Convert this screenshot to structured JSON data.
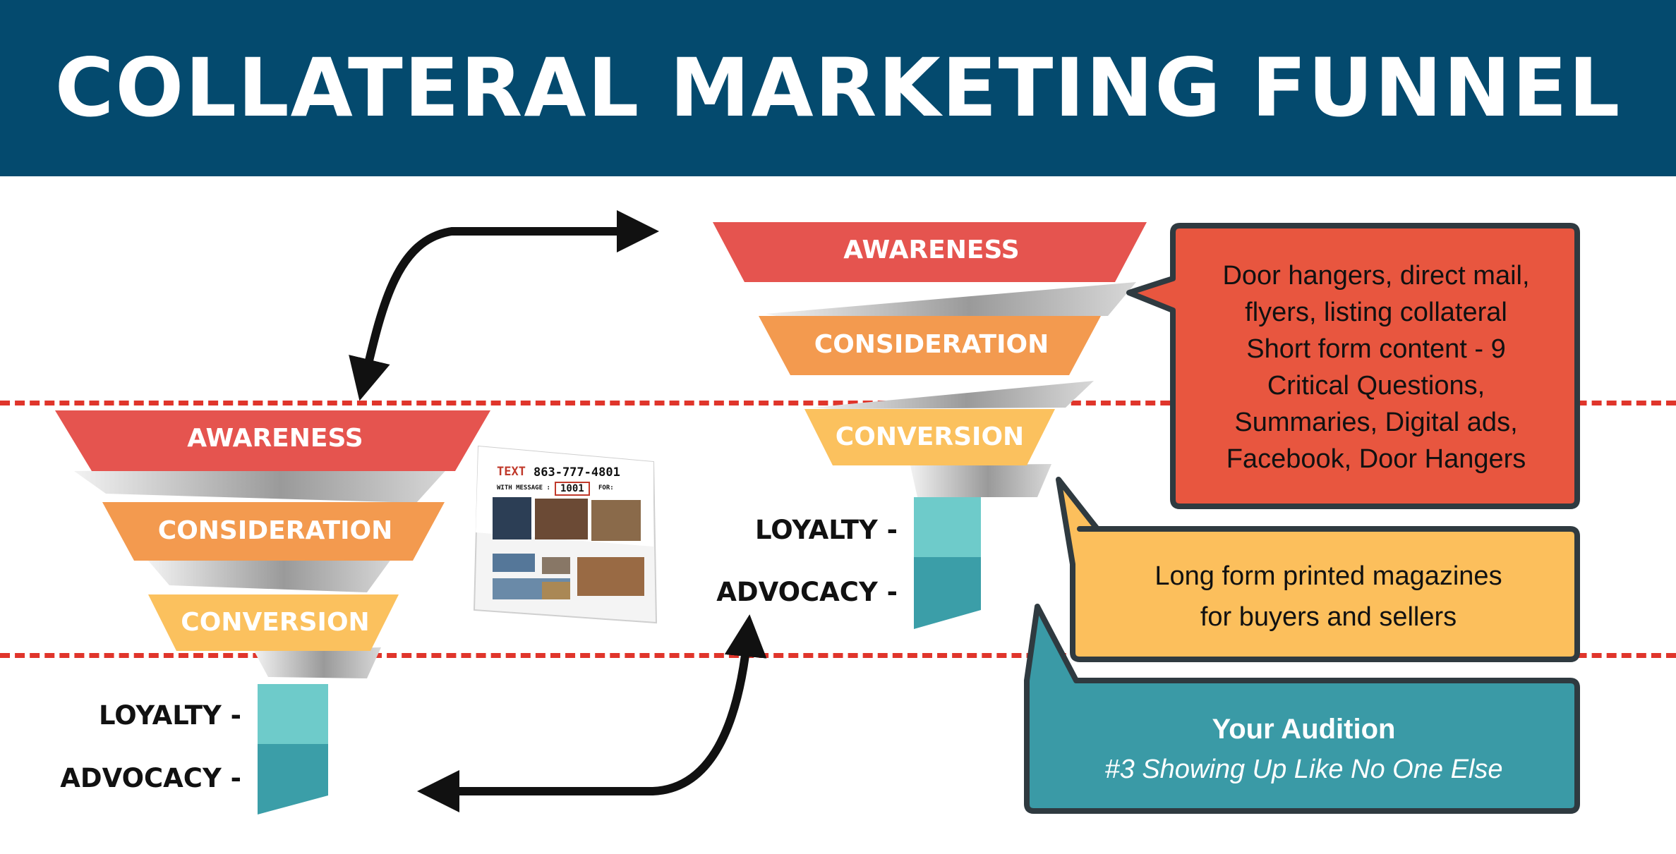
{
  "header": {
    "title": "COLLATERAL MARKETING FUNNEL"
  },
  "left_funnel": {
    "awareness": "AWARENESS",
    "consideration": "CONSIDERATION",
    "conversion": "CONVERSION",
    "loyalty": "LOYALTY -",
    "advocacy": "ADVOCACY -"
  },
  "right_funnel": {
    "awareness": "AWARENESS",
    "consideration": "CONSIDERATION",
    "conversion": "CONVERSION",
    "loyalty": "LOYALTY -",
    "advocacy": "ADVOCACY -"
  },
  "postcard": {
    "text_word": "TEXT",
    "phone": "863-777-4801",
    "with_message": "WITH MESSAGE :",
    "code": "1001",
    "for_label": "FOR:"
  },
  "callouts": {
    "awareness": {
      "lines": [
        "Door hangers, direct mail,",
        "flyers, listing collateral",
        "Short form content - 9",
        "Critical Questions,",
        "Summaries, Digital ads,",
        "Facebook, Door Hangers"
      ],
      "fill": "#e8563f"
    },
    "consideration": {
      "lines": [
        "Long form printed magazines",
        "for buyers and sellers"
      ],
      "fill": "#fcbf5c"
    },
    "conversion": {
      "title": "Your Audition",
      "subtitle": "#3 Showing Up Like No One Else",
      "fill": "#3a9aa6"
    }
  },
  "colors": {
    "header_bg": "#044a6e",
    "awareness": "#e5544f",
    "consideration": "#f39a4f",
    "conversion": "#fbc15e",
    "loyalty": "#6ecbca",
    "advocacy": "#3b9ea8",
    "dashed_line": "#e0352b"
  }
}
